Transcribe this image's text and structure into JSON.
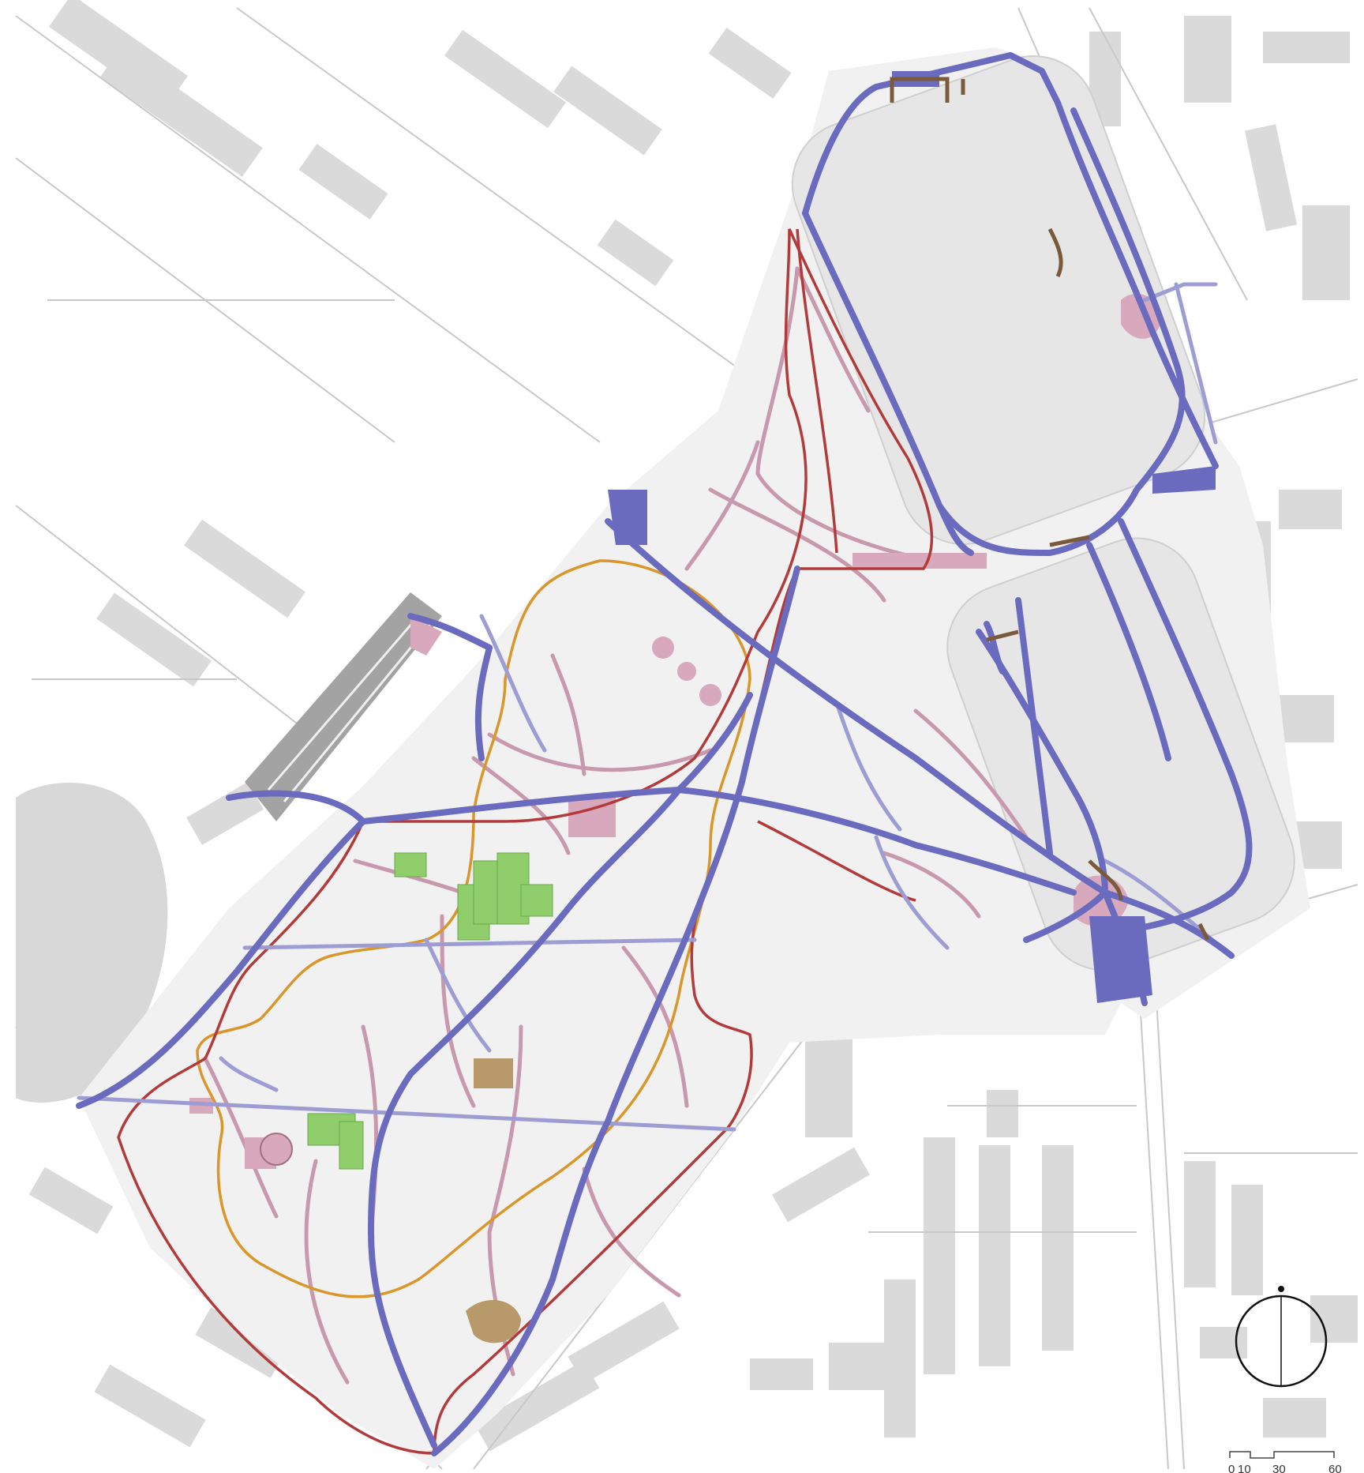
{
  "map": {
    "colors": {
      "background": "#ffffff",
      "building": "#d9d9d9",
      "street_line": "#c8c8c8",
      "park_fill": "#f1f1f1",
      "pond": "#d6d6d6",
      "reservoir": "#e8e8e8",
      "main_path": "#6a6abf",
      "secondary_path": "#9d9dd4",
      "pink_path": "#c898ac",
      "pink_plaza": "#d8a8bc",
      "bike_route": "#b23a3a",
      "orange_route": "#d9962a",
      "green_facility": "#8fce6a",
      "brown_structure": "#7a5a3a",
      "sand_court": "#b89a6a",
      "parking": "#9a9a9a"
    },
    "scale_bar": {
      "ticks": [
        "0",
        "10",
        "30",
        "60"
      ]
    },
    "north_arrow": {
      "icon": "north-arrow-icon"
    }
  }
}
